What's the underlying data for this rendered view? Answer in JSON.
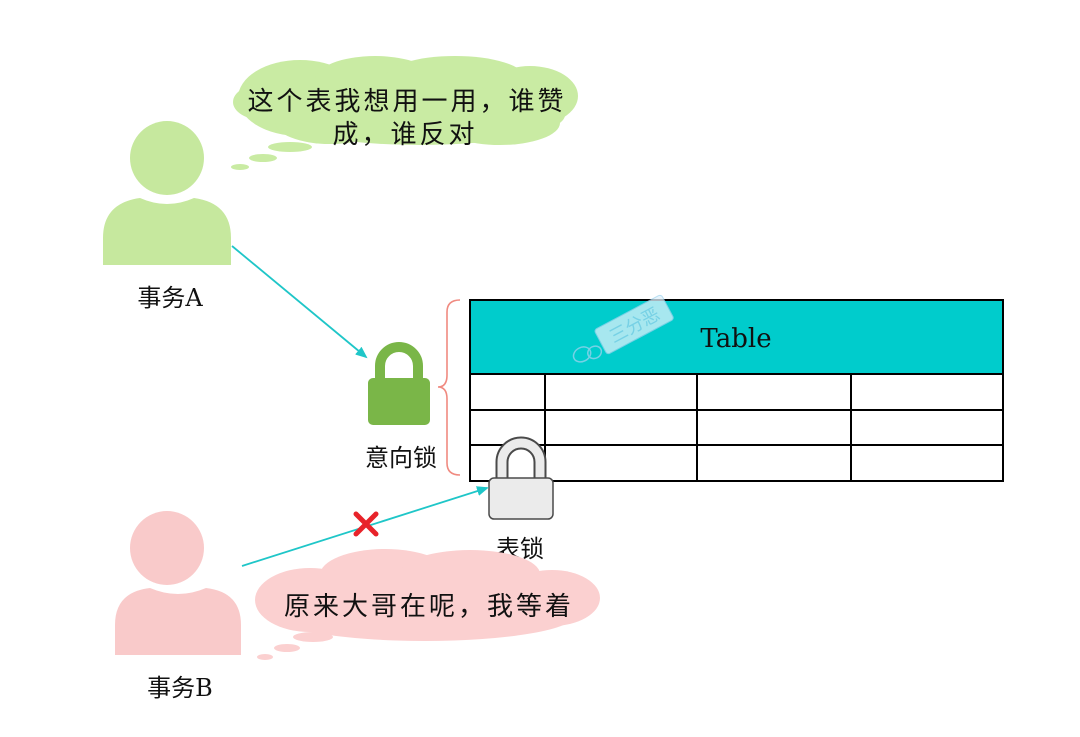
{
  "actors": {
    "a": {
      "label": "事务A",
      "thought_lines": [
        "这个表我想用一用，谁赞",
        "成，谁反对"
      ]
    },
    "b": {
      "label": "事务B",
      "thought": "原来大哥在呢，我等着"
    }
  },
  "locks": {
    "intention": {
      "label": "意向锁"
    },
    "table": {
      "label": "表锁"
    }
  },
  "table": {
    "header": "Table"
  },
  "watermark": "三分恶",
  "colors": {
    "person-a": "#c6e89e",
    "cloud-a": "#c9eba3",
    "person-b": "#f9caca",
    "cloud-b": "#fbd0d0",
    "lock-green": "#7ab648",
    "lock-gray": "#ebebeb",
    "table-header": "#00cccc",
    "arrow": "#1fc6c8",
    "cross": "#e8232a",
    "brace": "#f08a80",
    "watermark": "#9fd3ee"
  }
}
